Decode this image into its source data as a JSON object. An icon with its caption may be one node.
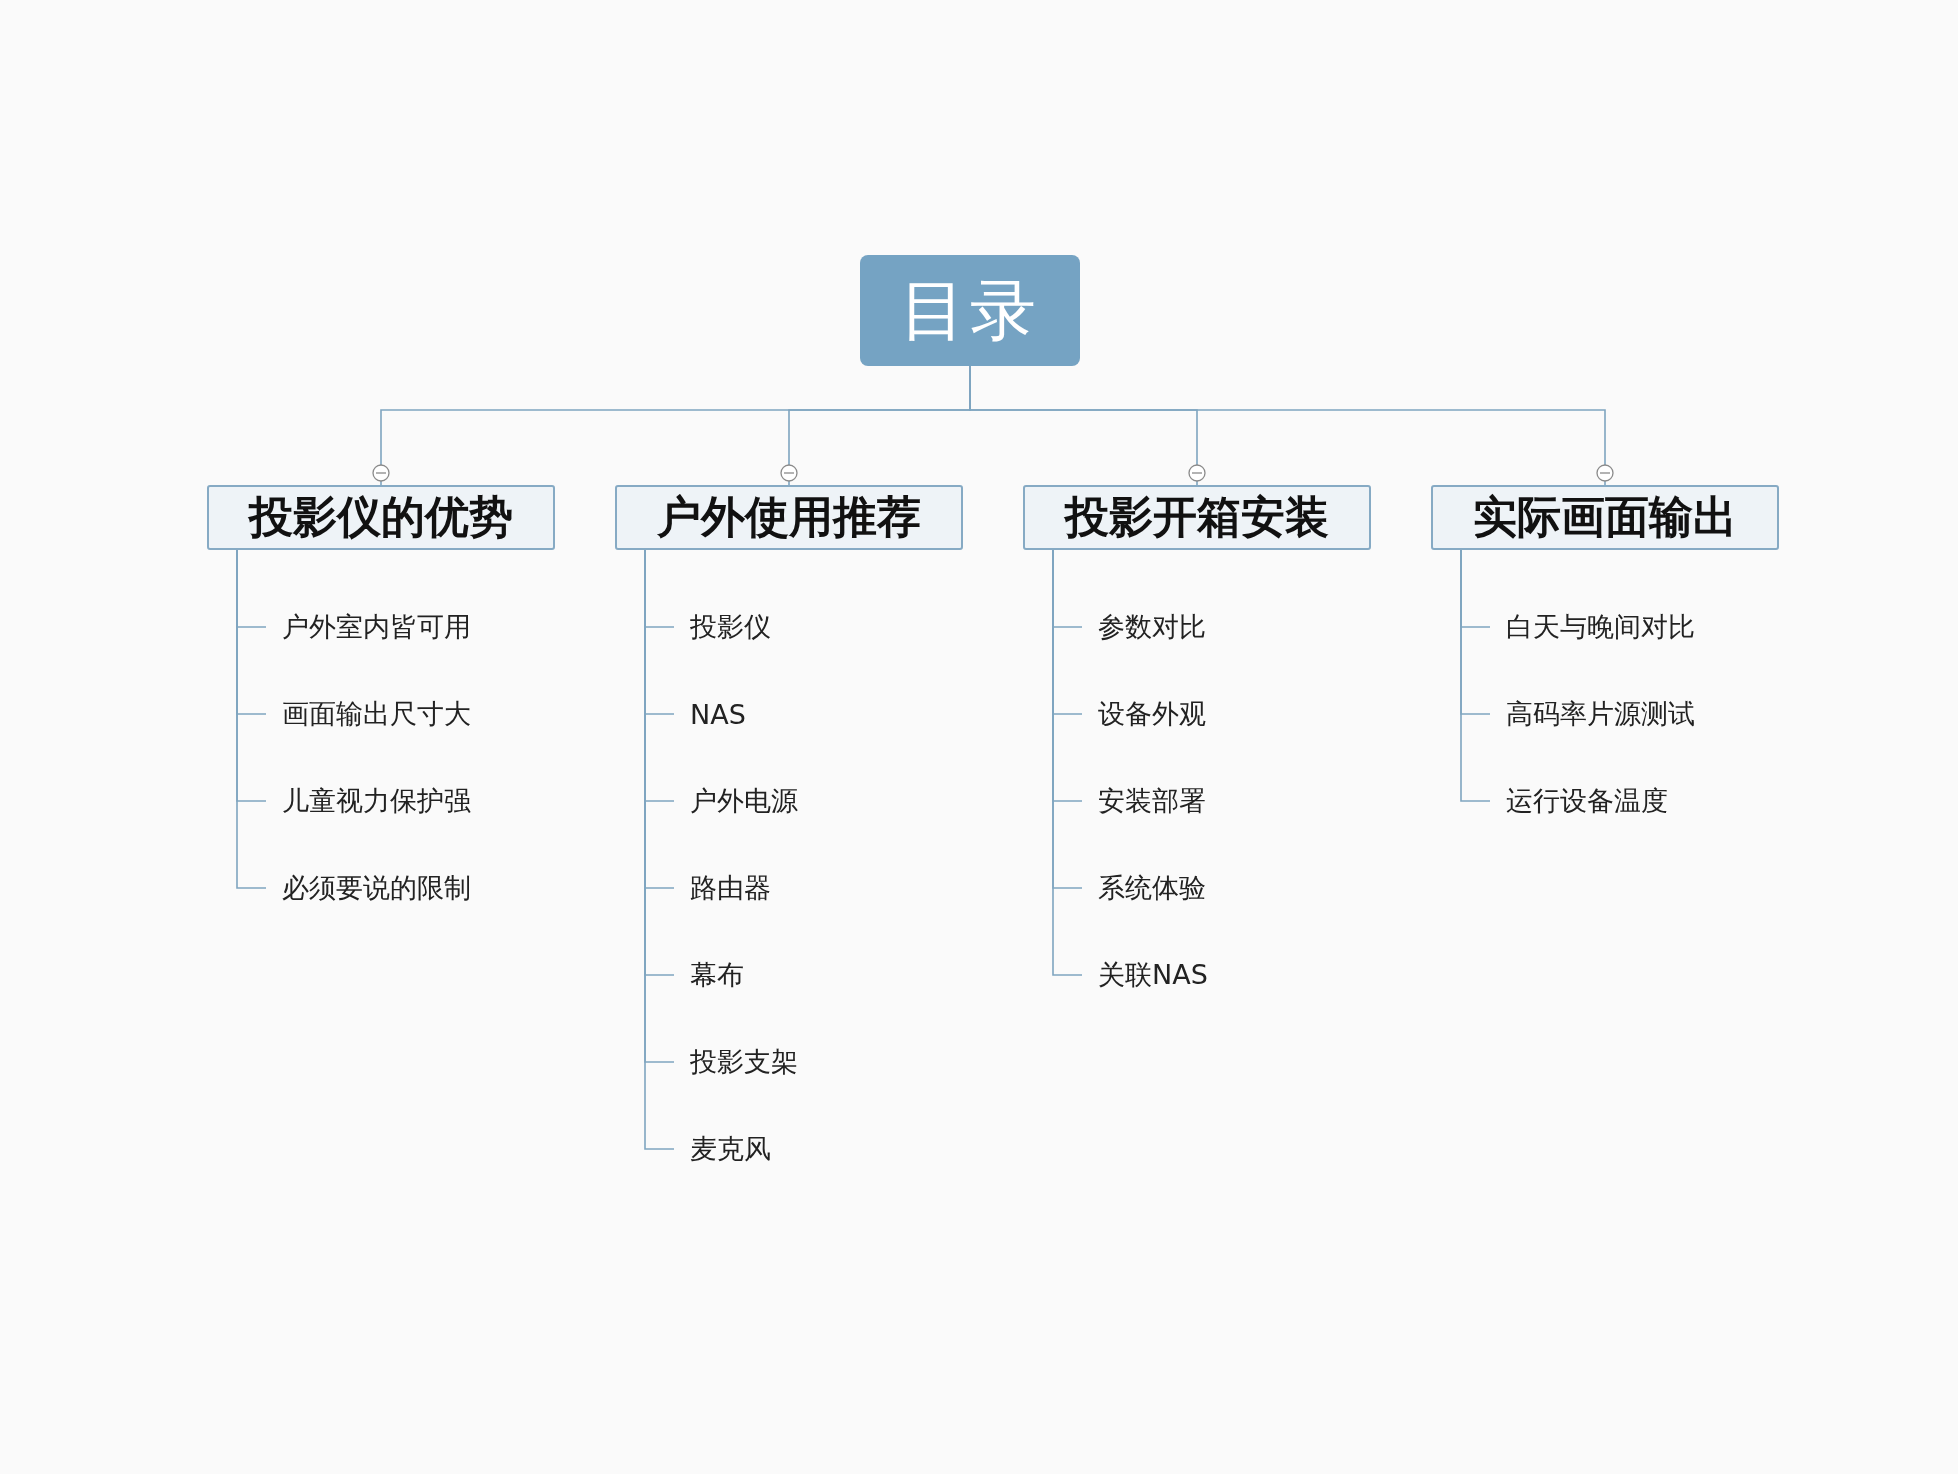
{
  "diagram": {
    "nodes": [
      {
        "text": [
          "目录"
        ]
      },
      {
        "text": [
          "投影仪的优势"
        ]
      },
      {
        "text": [
          "户外室内皆可用"
        ]
      },
      {
        "text": [
          "画面输出尺寸大"
        ]
      },
      {
        "text": [
          "儿童视力保护强"
        ]
      },
      {
        "text": [
          "必须要说的限制"
        ]
      },
      {
        "text": [
          "户外使用推荐"
        ]
      },
      {
        "text": [
          "投影仪"
        ]
      },
      {
        "text": [
          "NAS"
        ]
      },
      {
        "text": [
          "户外电源"
        ]
      },
      {
        "text": [
          "路由器"
        ]
      },
      {
        "text": [
          "幕布"
        ]
      },
      {
        "text": [
          "投影支架"
        ]
      },
      {
        "text": [
          "麦克风"
        ]
      },
      {
        "text": [
          "投影开箱安装"
        ]
      },
      {
        "text": [
          "参数对比"
        ]
      },
      {
        "text": [
          "设备外观"
        ]
      },
      {
        "text": [
          "安装部署"
        ]
      },
      {
        "text": [
          "系统体验"
        ]
      },
      {
        "text": [
          "关联NAS"
        ]
      },
      {
        "text": [
          "实际画面输出"
        ]
      },
      {
        "text": [
          "白天与晚间对比"
        ]
      },
      {
        "text": [
          "高码率片源测试"
        ]
      },
      {
        "text": [
          "运行设备温度"
        ]
      }
    ],
    "edges": [
      {
        "from": 0,
        "to": 1,
        "arrow": "none"
      },
      {
        "from": 0,
        "to": 6,
        "arrow": "none"
      },
      {
        "from": 0,
        "to": 14,
        "arrow": "none"
      },
      {
        "from": 0,
        "to": 20,
        "arrow": "none"
      },
      {
        "from": 1,
        "to": 2,
        "arrow": "none"
      },
      {
        "from": 1,
        "to": 3,
        "arrow": "none"
      },
      {
        "from": 1,
        "to": 4,
        "arrow": "none"
      },
      {
        "from": 1,
        "to": 5,
        "arrow": "none"
      },
      {
        "from": 6,
        "to": 7,
        "arrow": "none"
      },
      {
        "from": 6,
        "to": 8,
        "arrow": "none"
      },
      {
        "from": 6,
        "to": 9,
        "arrow": "none"
      },
      {
        "from": 6,
        "to": 10,
        "arrow": "none"
      },
      {
        "from": 6,
        "to": 11,
        "arrow": "none"
      },
      {
        "from": 6,
        "to": 12,
        "arrow": "none"
      },
      {
        "from": 6,
        "to": 13,
        "arrow": "none"
      },
      {
        "from": 14,
        "to": 15,
        "arrow": "none"
      },
      {
        "from": 14,
        "to": 16,
        "arrow": "none"
      },
      {
        "from": 14,
        "to": 17,
        "arrow": "none"
      },
      {
        "from": 14,
        "to": 18,
        "arrow": "none"
      },
      {
        "from": 14,
        "to": 19,
        "arrow": "none"
      },
      {
        "from": 20,
        "to": 21,
        "arrow": "none"
      },
      {
        "from": 20,
        "to": 22,
        "arrow": "none"
      },
      {
        "from": 20,
        "to": 23,
        "arrow": "none"
      }
    ]
  }
}
